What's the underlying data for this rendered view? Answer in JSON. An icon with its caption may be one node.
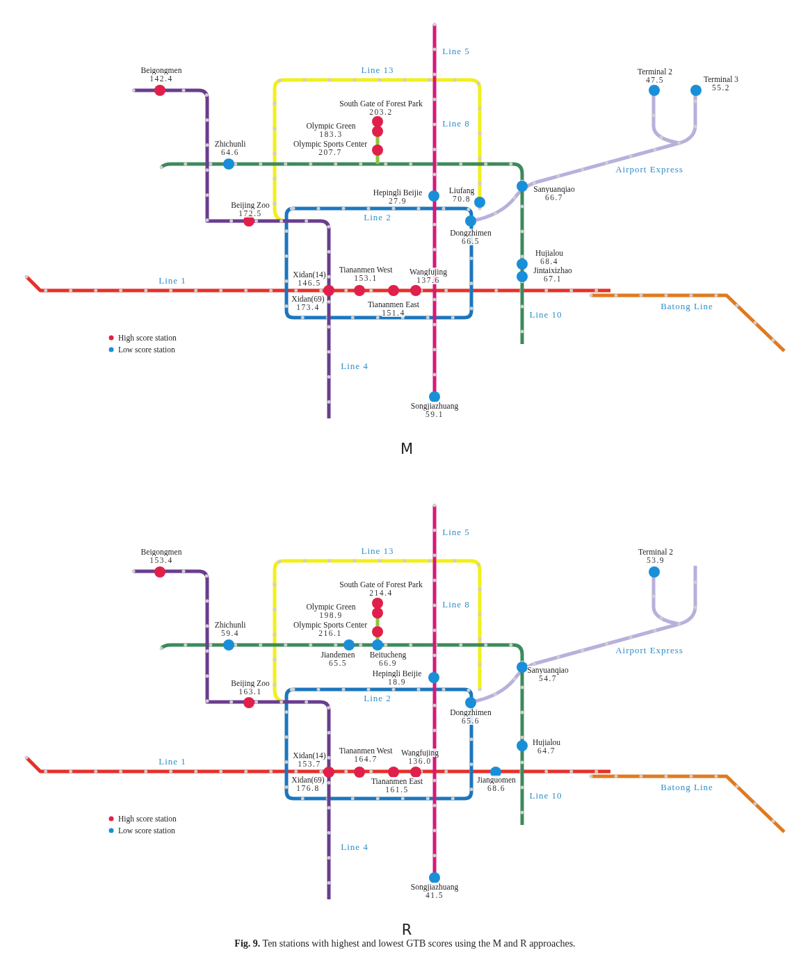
{
  "diagram": {
    "caption": "**Fig. 9.** Ten stations with highest and lowest GTB scores using the M and R approaches.",
    "labels": [
      "Line 5",
      "Beigongmen",
      "142.4",
      "Line 13",
      "Terminal 2",
      "47.5",
      "Terminal 3",
      "55.2",
      "South Gate of Forest Park",
      "203.2",
      "Olympic Green",
      "183.3",
      "Line 8",
      "Olympic Sports Center",
      "207.7",
      "Zhichunli",
      "64.6",
      "Airport Express",
      "Hepingli Beijie",
      "27.9",
      "Liufang",
      "70.8",
      "Sanyuanqiao",
      "66.7",
      "Beijing Zoo",
      "172.5",
      "Line 2",
      "Dongzhimen",
      "66.5",
      "Hujialou",
      "68.4",
      "Jintaixizhao",
      "67.1",
      "Xidan(14)",
      "146.5",
      "Tiananmen West",
      "153.1",
      "Wangfujing",
      "137.6",
      "Line 1",
      "Xidan(69)",
      "173.4",
      "Tiananmen East",
      "151.4",
      "Batong Line",
      "Line 10",
      "Line 4",
      "Songjiazhuang",
      "59.1",
      "M",
      "Line 5",
      "Beigongmen",
      "153.4",
      "Line 13",
      "Terminal 2",
      "53.9",
      "South Gate of Forest Park",
      "214.4",
      "Olympic Green",
      "198.9",
      "Line 8",
      "Olympic Sports Center",
      "216.1",
      "Zhichunli",
      "59.4",
      "Airport Express",
      "Jiandemen",
      "65.5",
      "Beitucheng",
      "66.9",
      "Sanyuanqiao",
      "54.7",
      "Hepingli Beijie",
      "18.9",
      "Beijing Zoo",
      "163.1",
      "Line 2",
      "Dongzhimen",
      "65.6",
      "Hujialou",
      "64.7",
      "Xidan(14)",
      "153.7",
      "Tiananmen West",
      "164.7",
      "Wangfujing",
      "136.0",
      "Line 1",
      "Xidan(69)",
      "176.8",
      "Tiananmen East",
      "161.5",
      "Jianguomen",
      "68.6",
      "Batong Line",
      "Line 10",
      "Line 4",
      "Songjiazhuang",
      "41.5",
      "R"
    ],
    "legend": [
      {
        "text": "High score station",
        "color": "#e0204a"
      },
      {
        "text": "Low score station",
        "color": "#1a8fd8"
      },
      {
        "text": "High score station",
        "color": "#e0204a"
      },
      {
        "text": "Low score station",
        "color": "#1a8fd8"
      }
    ]
  }
}
